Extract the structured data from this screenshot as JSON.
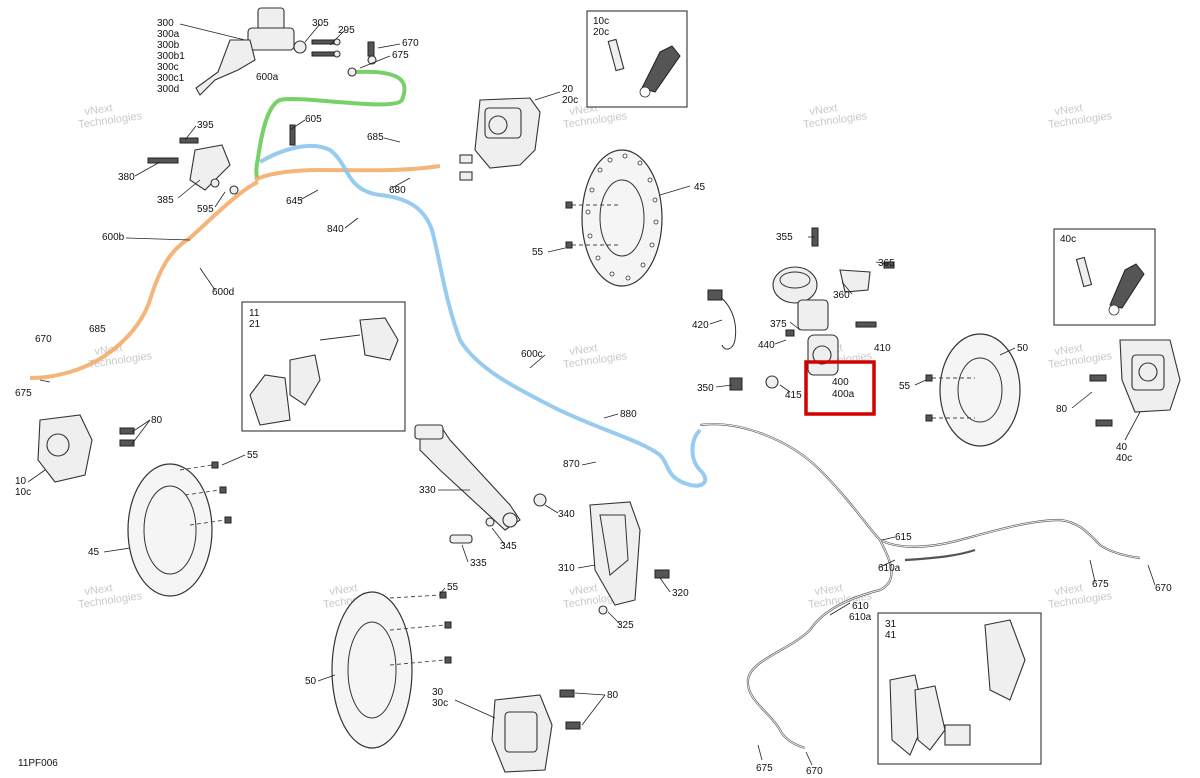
{
  "diagram_code": "11PF006",
  "watermark_line1": "vNext",
  "watermark_line2": "Technologies",
  "highlighted_callout": {
    "line1": "400",
    "line2": "400a"
  },
  "labels": {
    "l300": "300",
    "l300a": "300a",
    "l300b": "300b",
    "l300b1": "300b1",
    "l300c": "300c",
    "l300c1": "300c1",
    "l300d": "300d",
    "l305": "305",
    "l295": "295",
    "l670a": "670",
    "l675a": "675",
    "l600a": "600a",
    "l605": "605",
    "l395": "395",
    "l380": "380",
    "l385": "385",
    "l595": "595",
    "l645": "645",
    "l685a": "685",
    "l680": "680",
    "l840": "840",
    "l600b": "600b",
    "l600d": "600d",
    "l670b": "670",
    "l685b": "685",
    "l675b": "675",
    "l20": "20",
    "l20c": "20c",
    "l45a": "45",
    "l55a": "55",
    "l10c20c_1": "10c",
    "l10c20c_2": "20c",
    "l355": "355",
    "l365": "365",
    "l360": "360",
    "l420": "420",
    "l375": "375",
    "l440": "440",
    "l410": "410",
    "l350": "350",
    "l415": "415",
    "l40c_box": "40c",
    "l50a": "50",
    "l55b": "55",
    "l80a": "80",
    "l40": "40",
    "l40c": "40c",
    "l11": "11",
    "l21": "21",
    "l600c": "600c",
    "l880": "880",
    "l870": "870",
    "l10": "10",
    "l10c": "10c",
    "l80b": "80",
    "l55c": "55",
    "l45b": "45",
    "l330": "330",
    "l340": "340",
    "l345": "345",
    "l335": "335",
    "l310": "310",
    "l320": "320",
    "l325": "325",
    "l615": "615",
    "l610a_1": "610a",
    "l610": "610",
    "l610a_2": "610a",
    "l675c": "675",
    "l670c": "670",
    "l31": "31",
    "l41": "41",
    "l55d": "55",
    "l50b": "50",
    "l30": "30",
    "l30c": "30c",
    "l80c": "80",
    "l675d": "675",
    "l670d": "670"
  },
  "colors": {
    "green_line": "#5fc94d",
    "orange_line": "#f3a863",
    "blue_line": "#8cc6ee",
    "highlight": "#d40000"
  }
}
